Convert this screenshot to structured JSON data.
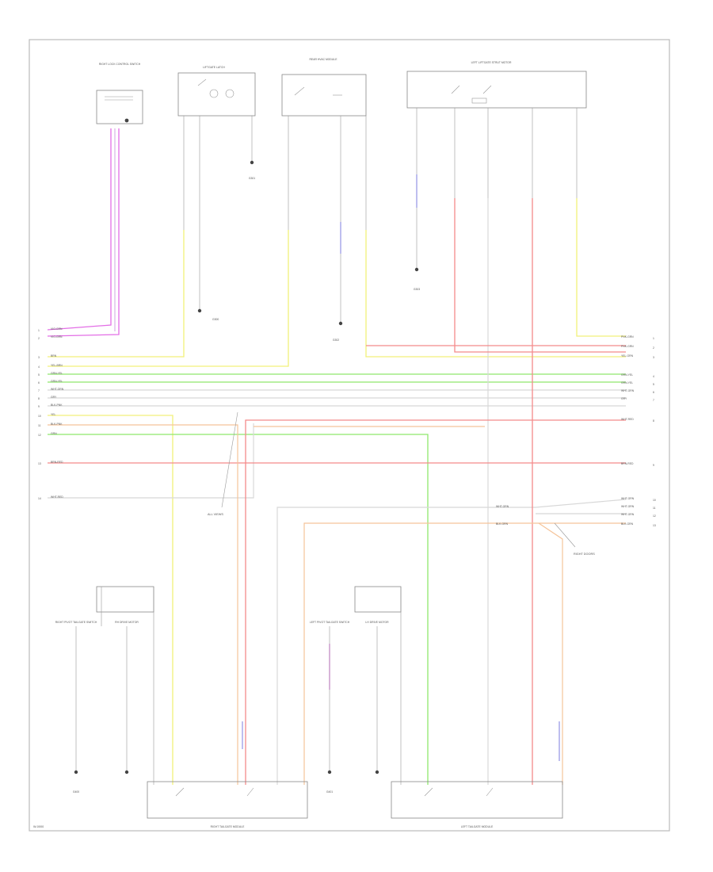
{
  "diagram": {
    "footer_code": "W-0000",
    "components": {
      "front_left_door": "RIGHT LOCK CONTROL SWITCH",
      "liftgate": "LIFTGATE LATCH",
      "rear_hvac": "REAR HVAC MODULE",
      "left_liftgate": "LEFT LIFTGATE STRUT MOTOR",
      "right_module": "RIGHT TAILGATE MODULE",
      "left_module": "LEFT TAILGATE MODULE",
      "right_pivot_switch": "RIGHT PIVOT TAILGATE SWITCH",
      "left_pivot_switch": "LEFT PIVOT TAILGATE SWITCH",
      "left_drive_motor": "LH DRIVE MOTOR",
      "right_drive_motor": "RH DRIVE MOTOR",
      "g1": "G300",
      "g2": "G301",
      "g3": "G302",
      "g4": "G303",
      "g5": "G400",
      "g6": "G401"
    },
    "wire_labels": {
      "w1": "VIO-GRN",
      "w2": "VIO-GRN",
      "w3": "BRN",
      "w4": "YEL-BRN",
      "w5": "GRN-YEL",
      "w6": "GRN-YEL",
      "w7": "WHT-GRN",
      "w8": "GRY",
      "w9": "BLK-PNK",
      "w10": "YEL",
      "w11": "BLK-PNK",
      "w12": "GRN",
      "w13": "BRN-RED",
      "w14": "WHT-RED",
      "w15": "PNK-GRN",
      "w16": "PNK-GRN",
      "w17": "YEL-GRN",
      "w18": "WHT-GRN",
      "w19": "GRN-YEL",
      "w20": "GRN-YEL",
      "w21": "WHT-GRN",
      "w22": "GRY",
      "w23": "WHT-RED",
      "w24": "BRN-RED",
      "w25": "WHT-GRN",
      "w26": "WHT-GRN",
      "w27": "WHT-GRN",
      "w28": "BLK-GRN",
      "w29": "BLK-GRN"
    },
    "pin_numbers": [
      "1",
      "2",
      "3",
      "4",
      "5",
      "6",
      "7",
      "8",
      "9",
      "10",
      "11",
      "12",
      "13",
      "14",
      "15",
      "16"
    ],
    "notes": {
      "splice_left": "ALL VIEWS",
      "splice_right": "RIGHT DOORS"
    },
    "colors": {
      "violet": "#e36ee6",
      "yellow": "#f2f07a",
      "green": "#8fe86c",
      "red": "#f48a8a",
      "orange": "#f5c49a",
      "gray": "#d8d8d8",
      "blue": "#9a9ae6"
    }
  }
}
